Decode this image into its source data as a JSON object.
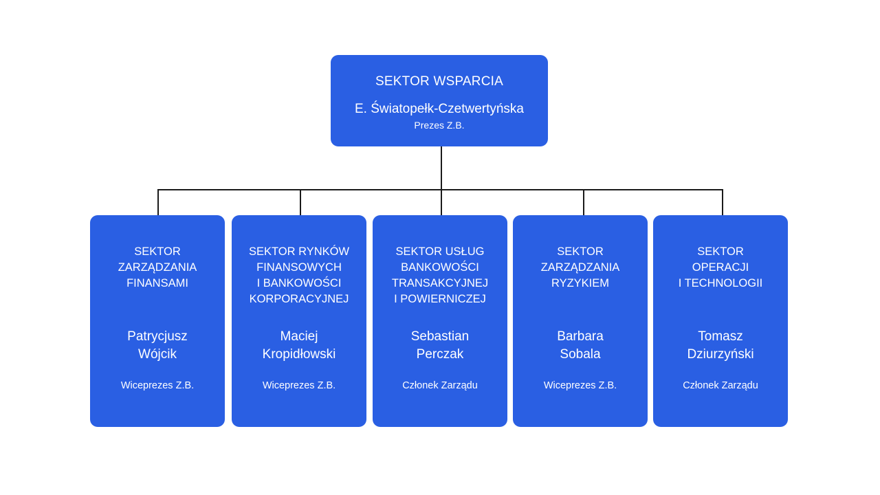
{
  "colors": {
    "box_fill": "#2a5fe3",
    "box_text": "#ffffff",
    "connector": "#1a1a1a",
    "background": "#ffffff"
  },
  "root": {
    "title": "SEKTOR WSPARCIA",
    "name": "E. Światopełk-Czetwertyńska",
    "role": "Prezes Z.B."
  },
  "sectors": [
    {
      "title": "SEKTOR\nZARZĄDZANIA\nFINANSAMI",
      "name": "Patrycjusz\nWójcik",
      "role": "Wiceprezes Z.B."
    },
    {
      "title": "SEKTOR RYNKÓW\nFINANSOWYCH\nI BANKOWOŚCI\nKORPORACYJNEJ",
      "name": "Maciej\nKropidłowski",
      "role": "Wiceprezes Z.B."
    },
    {
      "title": "SEKTOR USŁUG\nBANKOWOŚCI\nTRANSAKCYJNEJ\nI POWIERNICZEJ",
      "name": "Sebastian\nPerczak",
      "role": "Członek Zarządu"
    },
    {
      "title": "SEKTOR\nZARZĄDZANIA\nRYZYKIEM",
      "name": "Barbara\nSobala",
      "role": "Wiceprezes Z.B."
    },
    {
      "title": "SEKTOR\nOPERACJI\nI TECHNOLOGII",
      "name": "Tomasz\nDziurzyński",
      "role": "Członek Zarządu"
    }
  ]
}
